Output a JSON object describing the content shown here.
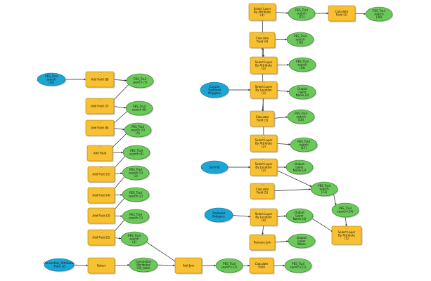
{
  "colors": {
    "tool_fill": "#f7c131",
    "tool_stroke": "#a8790a",
    "output_fill": "#6cc85a",
    "output_stroke": "#2e7d25",
    "input_fill": "#1ca6d6",
    "input_stroke": "#0b6f93",
    "connector": "#222222"
  },
  "nodes": [
    {
      "id": "in1",
      "kind": "input",
      "lines": [
        "PES_Trail",
        "search",
        "(10)"
      ]
    },
    {
      "id": "t_add8",
      "kind": "tool",
      "lines": [
        "Add Field (8)"
      ]
    },
    {
      "id": "o_add8",
      "kind": "output",
      "lines": [
        "PES_Trail",
        "search (7)"
      ]
    },
    {
      "id": "t_add7",
      "kind": "tool",
      "lines": [
        "Add Field (7)"
      ]
    },
    {
      "id": "o_add7",
      "kind": "output",
      "lines": [
        "PES_Trail",
        "search (6)"
      ]
    },
    {
      "id": "t_add6",
      "kind": "tool",
      "lines": [
        "Add Field (6)"
      ]
    },
    {
      "id": "o_add6",
      "kind": "output",
      "lines": [
        "PES_Trail",
        "search (5)",
        "(5)"
      ]
    },
    {
      "id": "t_addf",
      "kind": "tool",
      "lines": [
        "Add Field"
      ]
    },
    {
      "id": "o_addf",
      "kind": "output",
      "lines": [
        "PES_Trail",
        "search (4)"
      ]
    },
    {
      "id": "t_add5",
      "kind": "tool",
      "lines": [
        "Add Field (5)"
      ]
    },
    {
      "id": "o_add5",
      "kind": "output",
      "lines": [
        "PES_Trail",
        "search (3)",
        "(3)"
      ]
    },
    {
      "id": "t_add4",
      "kind": "tool",
      "lines": [
        "Add Field (4)"
      ]
    },
    {
      "id": "o_add4",
      "kind": "output",
      "lines": [
        "PES_Trail",
        "search (2)"
      ]
    },
    {
      "id": "t_add3",
      "kind": "tool",
      "lines": [
        "Add Field (3)"
      ]
    },
    {
      "id": "o_add3",
      "kind": "output",
      "lines": [
        "PES_Trail",
        "search (1)"
      ]
    },
    {
      "id": "t_add2",
      "kind": "tool",
      "lines": [
        "Add Field (2)"
      ]
    },
    {
      "id": "o_add2",
      "kind": "output",
      "lines": [
        "PES_Trail",
        "search",
        "(4)"
      ]
    },
    {
      "id": "in2",
      "kind": "input",
      "lines": [
        "Connection_Attributes",
        "_Trails (2)"
      ]
    },
    {
      "id": "t_select",
      "kind": "tool",
      "lines": [
        "Select"
      ]
    },
    {
      "id": "o_select",
      "kind": "output",
      "lines": [
        "Connection",
        "Attributes",
        "GIS_table"
      ]
    },
    {
      "id": "t_addjoin",
      "kind": "tool",
      "lines": [
        "Add Join"
      ]
    },
    {
      "id": "o_addjoin",
      "kind": "output",
      "lines": [
        "PES_Trail",
        "search (12)"
      ]
    },
    {
      "id": "t_calc",
      "kind": "tool",
      "lines": [
        "Calculate",
        "Field"
      ]
    },
    {
      "id": "o_calc",
      "kind": "output",
      "lines": [
        "PES_Trail",
        "search (11)"
      ]
    },
    {
      "id": "t_sel_attr4",
      "kind": "tool",
      "lines": [
        "Select Layer",
        "By Attribute",
        "(4)"
      ]
    },
    {
      "id": "o_sel_attr4",
      "kind": "output",
      "lines": [
        "PES_Trail",
        "search",
        "(15)"
      ]
    },
    {
      "id": "t_calc2",
      "kind": "tool",
      "lines": [
        "Calculate",
        "Field (2)"
      ]
    },
    {
      "id": "o_calc2",
      "kind": "output",
      "lines": [
        "PES_Trail",
        "search",
        "(20)"
      ]
    },
    {
      "id": "t_calc4",
      "kind": "tool",
      "lines": [
        "Calculate",
        "Field (4)"
      ]
    },
    {
      "id": "o_calc4",
      "kind": "output",
      "lines": [
        "PES_Trail",
        "search",
        "(16)"
      ]
    },
    {
      "id": "t_sel_attr3",
      "kind": "tool",
      "lines": [
        "Select Layer",
        "By Attribute",
        "(3)"
      ]
    },
    {
      "id": "o_sel_attr3",
      "kind": "output",
      "lines": [
        "PES_Trail",
        "search",
        "(19)"
      ]
    },
    {
      "id": "in3",
      "kind": "input",
      "lines": [
        "Canyon",
        "Trailhead",
        "Polygons"
      ]
    },
    {
      "id": "t_sel_loc3",
      "kind": "tool",
      "lines": [
        "Select Layer",
        "By Location",
        "(3)"
      ]
    },
    {
      "id": "o_sel_loc3",
      "kind": "output",
      "lines": [
        "Output",
        "Layer",
        "Name (3)"
      ]
    },
    {
      "id": "t_calc3",
      "kind": "tool",
      "lines": [
        "Calculate",
        "Field (3)"
      ]
    },
    {
      "id": "o_calc3",
      "kind": "output",
      "lines": [
        "PES_Trail",
        "search",
        "(18)"
      ]
    },
    {
      "id": "t_sel_attr2",
      "kind": "tool",
      "lines": [
        "Select Layer",
        "By Attribute",
        "(2)"
      ]
    },
    {
      "id": "o_sel_attr2",
      "kind": "output",
      "lines": [
        "PES_Trail",
        "search",
        "(17)"
      ]
    },
    {
      "id": "in4",
      "kind": "input",
      "lines": [
        "Summit"
      ]
    },
    {
      "id": "t_sel_loc2",
      "kind": "tool",
      "lines": [
        "Select Layer",
        "By Location",
        "(2)"
      ]
    },
    {
      "id": "o_sel_loc2",
      "kind": "output",
      "lines": [
        "Output",
        "Layer",
        "Name (2)"
      ]
    },
    {
      "id": "t_calc5",
      "kind": "tool",
      "lines": [
        "Calculate",
        "Field (5)"
      ]
    },
    {
      "id": "o_calc5",
      "kind": "output",
      "lines": [
        "PES_Trail",
        "search",
        "(13)"
      ]
    },
    {
      "id": "o_r14",
      "kind": "output",
      "lines": [
        "PES_Trail",
        "search (14)"
      ]
    },
    {
      "id": "in5",
      "kind": "input",
      "lines": [
        "Trailhead",
        "Polygons"
      ]
    },
    {
      "id": "t_sel_loc",
      "kind": "tool",
      "lines": [
        "Select Layer",
        "By Location",
        "(4)"
      ]
    },
    {
      "id": "o_sel_loc",
      "kind": "output",
      "lines": [
        "Output",
        "Layer",
        "Name (4)"
      ]
    },
    {
      "id": "t_sel_attr",
      "kind": "tool",
      "lines": [
        "Select Layer",
        "By Attribute",
        "(5)"
      ]
    },
    {
      "id": "t_remjoin",
      "kind": "tool",
      "lines": [
        "Remove Join"
      ]
    },
    {
      "id": "o_remjoin",
      "kind": "output",
      "lines": [
        "Output",
        "Layer",
        "Name"
      ]
    }
  ],
  "connectors": [
    [
      "in1",
      "t_add8"
    ],
    [
      "t_add8",
      "o_add8"
    ],
    [
      "o_add8",
      "t_add7"
    ],
    [
      "t_add7",
      "o_add7"
    ],
    [
      "o_add7",
      "t_add6"
    ],
    [
      "t_add6",
      "o_add6"
    ],
    [
      "o_add6",
      "t_addf"
    ],
    [
      "t_addf",
      "o_addf"
    ],
    [
      "o_addf",
      "t_add5"
    ],
    [
      "t_add5",
      "o_add5"
    ],
    [
      "o_add5",
      "t_add4"
    ],
    [
      "t_add4",
      "o_add4"
    ],
    [
      "o_add4",
      "t_add3"
    ],
    [
      "t_add3",
      "o_add3"
    ],
    [
      "o_add3",
      "t_add2"
    ],
    [
      "t_add2",
      "o_add2"
    ],
    [
      "o_add2",
      "t_addjoin"
    ],
    [
      "in2",
      "t_select"
    ],
    [
      "t_select",
      "o_select"
    ],
    [
      "o_select",
      "t_addjoin"
    ],
    [
      "t_addjoin",
      "o_addjoin"
    ],
    [
      "o_addjoin",
      "t_calc"
    ],
    [
      "t_calc",
      "o_calc"
    ],
    [
      "in5",
      "t_sel_loc"
    ],
    [
      "t_sel_loc",
      "o_sel_loc"
    ],
    [
      "o_sel_loc",
      "t_sel_attr"
    ],
    [
      "o_r14",
      "t_sel_attr"
    ],
    [
      "t_sel_loc",
      "t_remjoin"
    ],
    [
      "t_remjoin",
      "o_remjoin"
    ],
    [
      "in4",
      "t_sel_loc2"
    ],
    [
      "t_sel_loc2",
      "o_sel_loc2"
    ],
    [
      "t_sel_loc2",
      "o_calc5"
    ],
    [
      "t_calc5",
      "o_calc5"
    ],
    [
      "o_calc5",
      "o_r14"
    ],
    [
      "in3",
      "t_sel_loc3"
    ],
    [
      "t_sel_loc3",
      "o_sel_loc3"
    ],
    [
      "t_sel_loc3",
      "t_calc3"
    ],
    [
      "t_calc3",
      "o_calc3"
    ],
    [
      "t_sel_attr2",
      "o_sel_attr2"
    ],
    [
      "t_sel_attr2",
      "t_calc4"
    ],
    [
      "t_calc4",
      "o_calc4"
    ],
    [
      "t_sel_attr3",
      "o_sel_attr3"
    ],
    [
      "t_sel_attr4",
      "o_sel_attr4"
    ],
    [
      "o_sel_attr4",
      "t_calc2"
    ],
    [
      "t_calc2",
      "o_calc2"
    ],
    [
      "t_sel_attr4",
      "t_sel_attr3"
    ]
  ]
}
